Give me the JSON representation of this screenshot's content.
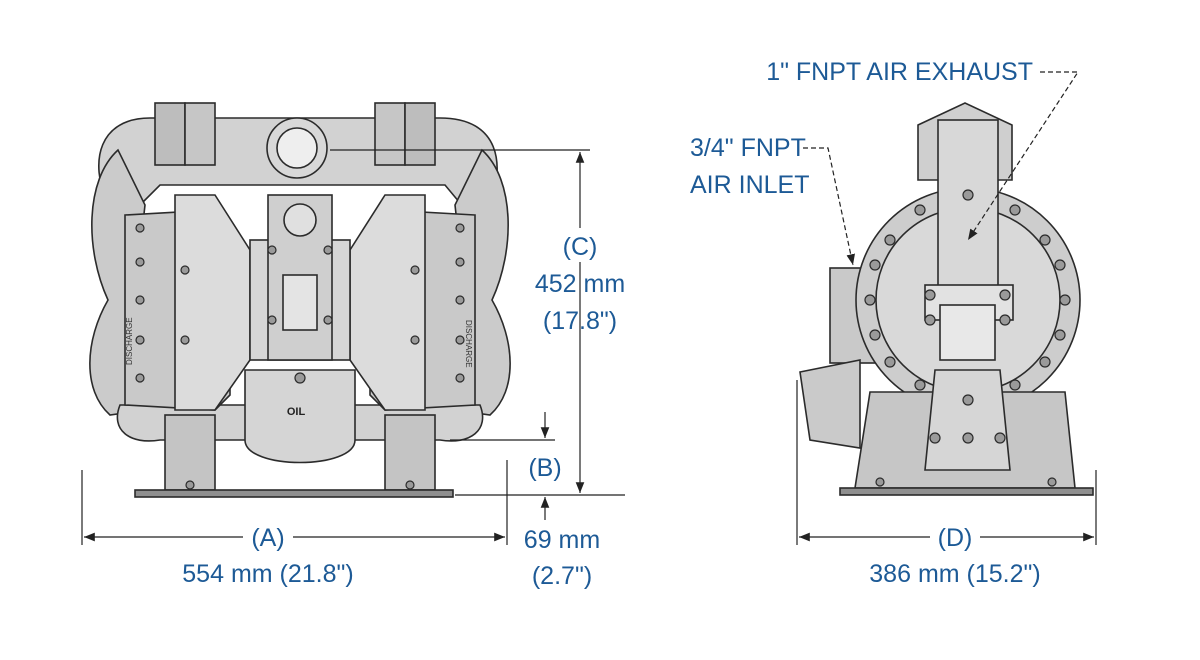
{
  "colors": {
    "label": "#1d5a96",
    "body_fill": "#cfcfcf",
    "body_dark": "#a6a6a6",
    "outline": "#2b2b2b",
    "dim_line": "#222222"
  },
  "front_view": {
    "dim_a": {
      "letter": "(A)",
      "metric": "554 mm (21.8\")"
    },
    "dim_b": {
      "letter": "(B)",
      "metric": "69 mm",
      "imperial": "(2.7\")"
    },
    "dim_c": {
      "letter": "(C)",
      "metric": "452 mm",
      "imperial": "(17.8\")"
    },
    "oil_label": "OIL",
    "left_chamber_label": "DISCHARGE",
    "right_chamber_label": "DISCHARGE"
  },
  "side_view": {
    "dim_d": {
      "letter": "(D)",
      "metric": "386 mm (15.2\")"
    },
    "air_exhaust_label": "1\" FNPT AIR EXHAUST",
    "air_inlet_line1": "3/4\" FNPT",
    "air_inlet_line2": "AIR INLET"
  }
}
